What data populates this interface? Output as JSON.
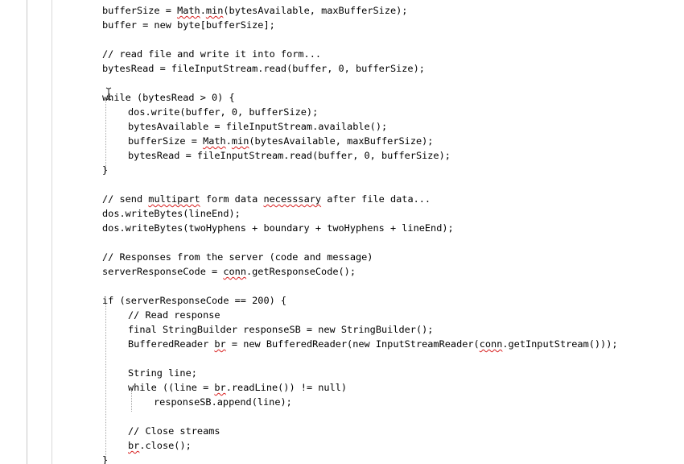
{
  "code": {
    "lines": [
      {
        "indent": 0,
        "parts": [
          {
            "t": "bufferSize = "
          },
          {
            "t": "Math",
            "sq": true
          },
          {
            "t": "."
          },
          {
            "t": "min",
            "sq": true
          },
          {
            "t": "(bytesAvailable, maxBufferSize);"
          }
        ]
      },
      {
        "indent": 0,
        "parts": [
          {
            "t": "buffer = new byte[bufferSize];"
          }
        ]
      },
      {
        "indent": 0,
        "parts": []
      },
      {
        "indent": 0,
        "parts": [
          {
            "t": "// read file and write it into form..."
          }
        ]
      },
      {
        "indent": 0,
        "parts": [
          {
            "t": "bytesRead = fileInputStream.read(buffer, 0, bufferSize);"
          }
        ]
      },
      {
        "indent": 0,
        "parts": []
      },
      {
        "indent": 0,
        "parts": [
          {
            "t": "while (bytesRead > 0) {"
          }
        ]
      },
      {
        "indent": 1,
        "parts": [
          {
            "t": "dos.write(buffer, 0, bufferSize);"
          }
        ]
      },
      {
        "indent": 1,
        "parts": [
          {
            "t": "bytesAvailable = fileInputStream.available();"
          }
        ]
      },
      {
        "indent": 1,
        "parts": [
          {
            "t": "bufferSize = "
          },
          {
            "t": "Math",
            "sq": true
          },
          {
            "t": "."
          },
          {
            "t": "min",
            "sq": true
          },
          {
            "t": "(bytesAvailable, maxBufferSize);"
          }
        ]
      },
      {
        "indent": 1,
        "parts": [
          {
            "t": "bytesRead = fileInputStream.read(buffer, 0, bufferSize);"
          }
        ]
      },
      {
        "indent": 0,
        "parts": [
          {
            "t": "}"
          }
        ]
      },
      {
        "indent": 0,
        "parts": []
      },
      {
        "indent": 0,
        "parts": [
          {
            "t": "// send "
          },
          {
            "t": "multipart",
            "sq": true
          },
          {
            "t": " form data "
          },
          {
            "t": "necesssary",
            "sq": true
          },
          {
            "t": " after file data..."
          }
        ]
      },
      {
        "indent": 0,
        "parts": [
          {
            "t": "dos.writeBytes(lineEnd);"
          }
        ]
      },
      {
        "indent": 0,
        "parts": [
          {
            "t": "dos.writeBytes(twoHyphens + boundary + twoHyphens + lineEnd);"
          }
        ]
      },
      {
        "indent": 0,
        "parts": []
      },
      {
        "indent": 0,
        "parts": [
          {
            "t": "// Responses from the server (code and message)"
          }
        ]
      },
      {
        "indent": 0,
        "parts": [
          {
            "t": "serverResponseCode = "
          },
          {
            "t": "conn",
            "sq": true
          },
          {
            "t": ".getResponseCode();"
          }
        ]
      },
      {
        "indent": 0,
        "parts": []
      },
      {
        "indent": 0,
        "parts": [
          {
            "t": "if (serverResponseCode == 200) {"
          }
        ]
      },
      {
        "indent": 1,
        "parts": [
          {
            "t": "// Read response"
          }
        ]
      },
      {
        "indent": 1,
        "parts": [
          {
            "t": "final StringBuilder responseSB = new StringBuilder();"
          }
        ]
      },
      {
        "indent": 1,
        "parts": [
          {
            "t": "BufferedReader "
          },
          {
            "t": "br",
            "sq": true
          },
          {
            "t": " = new BufferedReader(new InputStreamReader("
          },
          {
            "t": "conn",
            "sq": true
          },
          {
            "t": ".getInputStream()));"
          }
        ]
      },
      {
        "indent": 0,
        "parts": []
      },
      {
        "indent": 1,
        "parts": [
          {
            "t": "String line;"
          }
        ]
      },
      {
        "indent": 1,
        "parts": [
          {
            "t": "while ((line = "
          },
          {
            "t": "br",
            "sq": true
          },
          {
            "t": ".readLine()) != null)"
          }
        ]
      },
      {
        "indent": 2,
        "parts": [
          {
            "t": "responseSB.append(line);"
          }
        ]
      },
      {
        "indent": 0,
        "parts": []
      },
      {
        "indent": 1,
        "parts": [
          {
            "t": "// Close streams"
          }
        ]
      },
      {
        "indent": 1,
        "parts": [
          {
            "t": ""
          },
          {
            "t": "br",
            "sq": true
          },
          {
            "t": ".close();"
          }
        ]
      },
      {
        "indent": 0,
        "parts": [
          {
            "t": "}"
          }
        ]
      }
    ]
  },
  "cursor": {
    "icon": "text-cursor-icon"
  },
  "colors": {
    "text": "#000000",
    "spellcheck_underline": "#d82020",
    "guide": "#a8a8a8"
  }
}
